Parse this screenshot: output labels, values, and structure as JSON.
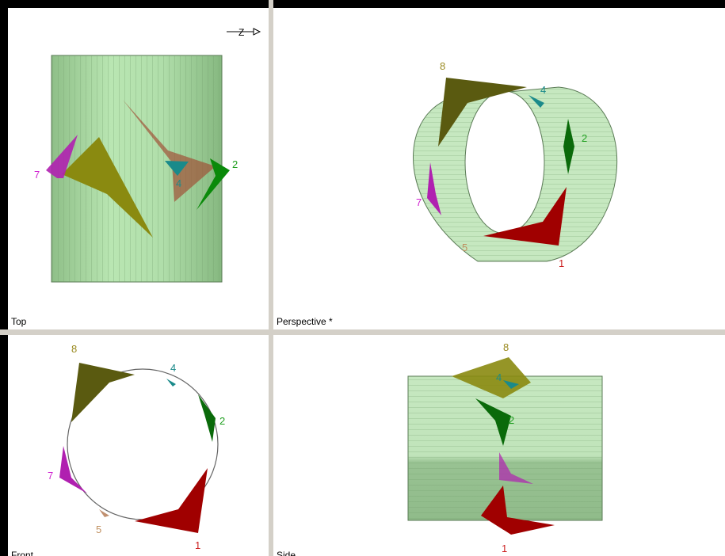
{
  "viewports": {
    "top": {
      "title": "Top"
    },
    "perspective": {
      "title": "Perspective *"
    },
    "front": {
      "title": "Front"
    },
    "side": {
      "title": "Side"
    }
  },
  "labels": {
    "l1": "1",
    "l2": "2",
    "l4": "4",
    "l5": "5",
    "l7": "7",
    "l8": "8"
  },
  "colors": {
    "cylinder": "#b5e0b0",
    "piece1": "#a00000",
    "piece2": "#0a6a0a",
    "piece4": "#1a8a8a",
    "piece5": "#c09070",
    "piece7": "#b020b0",
    "piece8": "#6b6a10",
    "label1": "#cc2020",
    "label2": "#20a020",
    "label4": "#1a8a8a",
    "label5": "#c09060",
    "label7": "#d020d0",
    "label8": "#9a8a20"
  },
  "icons": {
    "north": "north-arrow-icon"
  }
}
